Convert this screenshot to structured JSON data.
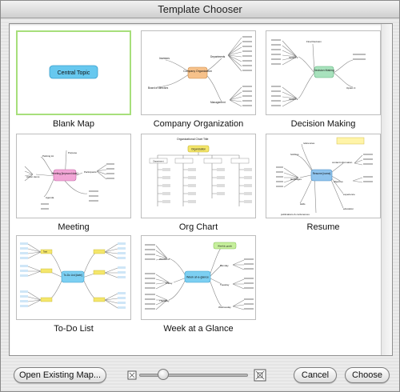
{
  "window": {
    "title": "Template Chooser"
  },
  "templates": [
    {
      "name": "Blank Map",
      "selected": true,
      "preview_text": [
        "Central Topic"
      ]
    },
    {
      "name": "Company Organization",
      "selected": false,
      "preview_text": [
        "Company Organization",
        "Investors",
        "Departments",
        "Board of directors",
        "Management"
      ]
    },
    {
      "name": "Decision Making",
      "selected": false,
      "preview_text": [
        "Decision Making",
        "Option 1",
        "Option 2",
        "Option 3",
        "Final Decision"
      ]
    },
    {
      "name": "Meeting",
      "selected": false,
      "preview_text": [
        "Meeting [keyword date]",
        "Participants",
        "Agenda",
        "Purpose",
        "Action items",
        "Parking lot"
      ]
    },
    {
      "name": "Org Chart",
      "selected": false,
      "preview_text": [
        "Organizational Chart Title",
        "Organization",
        "Department"
      ]
    },
    {
      "name": "Resume",
      "selected": false,
      "preview_text": [
        "Resume [name]",
        "references",
        "hobbies",
        "contact information",
        "objective",
        "languages",
        "experience",
        "skills",
        "education",
        "publications & conferences"
      ]
    },
    {
      "name": "To-Do List",
      "selected": false,
      "preview_text": [
        "To-Do List [date]",
        "Task"
      ]
    },
    {
      "name": "Week at a Glance",
      "selected": false,
      "preview_text": [
        "Week at-a-glance",
        "Weekly goals",
        "Monday",
        "Tuesday",
        "Wednesday",
        "Thursday",
        "Friday",
        "Weekend"
      ]
    }
  ],
  "buttons": {
    "open_existing": "Open Existing Map...",
    "cancel": "Cancel",
    "choose": "Choose"
  },
  "zoom": {
    "level_fraction": 0.22
  },
  "colors": {
    "selection_border": "#a7df7b",
    "central_topic": "#67c8ef",
    "company_center": "#f6c18a",
    "decision_center": "#a8e2bd",
    "meeting_center": "#f2a6d6",
    "org_center": "#f4e66b",
    "resume_center": "#8fc4ee",
    "todo_center": "#7ccff2",
    "week_center": "#7ccff2"
  }
}
